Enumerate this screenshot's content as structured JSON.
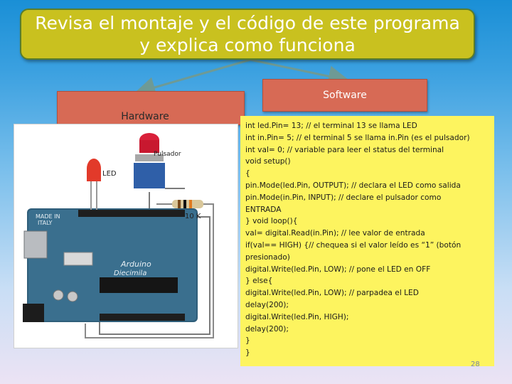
{
  "slide": {
    "title_line1": "Revisa el montaje y el código de este programa",
    "title_line2": "y explica como funciona",
    "hardware_label": "Hardware",
    "software_label": "Software",
    "page_number": "28"
  },
  "photo": {
    "label_pulsador": "Pulsador",
    "label_led": "LED",
    "label_resistor": "10 K",
    "board_text_made": "MADE IN",
    "board_text_italy": "ITALY",
    "board_text_arduino": "Arduino",
    "board_text_model": "Diecimila"
  },
  "code_lines": [
    "int led.Pin= 13; // el terminal 13 se llama LED",
    "int in.Pin= 5; // el terminal 5 se llama in.Pin (es el pulsador)",
    "int val= 0; // variable para leer el status del terminal",
    "void setup()",
    "{",
    "pin.Mode(led.Pin, OUTPUT); // declara el LED como salida",
    "pin.Mode(in.Pin, INPUT); // declare el pulsador como",
    "ENTRADA",
    "} void loop(){",
    "val= digital.Read(in.Pin); // lee valor de entrada",
    "if(val== HIGH) {// chequea si el valor leído es “1” (botón",
    "presionado)",
    "digital.Write(led.Pin, LOW); // pone el LED en OFF",
    "} else{",
    "digital.Write(led.Pin, LOW); // parpadea el LED",
    "delay(200);",
    "digital.Write(led.Pin, HIGH);",
    "delay(200);",
    "}",
    "}"
  ],
  "colors": {
    "title_fill": "#c9c11f",
    "pill_fill": "#d76a55",
    "code_fill": "#fdf45f",
    "arrow": "#6e9a95"
  }
}
